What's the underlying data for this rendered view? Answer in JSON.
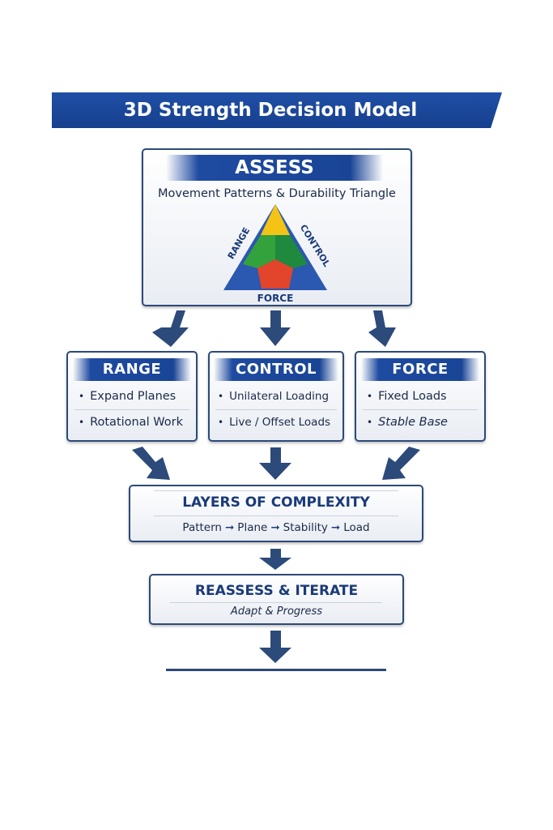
{
  "title": "3D Strength Decision Model",
  "assess": {
    "heading": "ASSESS",
    "subtitle": "Movement Patterns & Durability Triangle",
    "triangle": {
      "left_label": "RANGE",
      "right_label": "CONTROL",
      "bottom_label": "FORCE",
      "colors": {
        "top": "#f3c316",
        "left": "#34a23c",
        "right": "#1f8a3e",
        "bottom": "#e2452b",
        "frame": "#2b58b0"
      }
    }
  },
  "pillars": [
    {
      "heading": "RANGE",
      "items": [
        "Expand Planes",
        "Rotational Work"
      ]
    },
    {
      "heading": "CONTROL",
      "items": [
        "Unilateral Loading",
        "Live / Offset Loads"
      ]
    },
    {
      "heading": "FORCE",
      "items": [
        "Fixed Loads",
        "Stable Base"
      ]
    }
  ],
  "layers": {
    "heading": "LAYERS OF COMPLEXITY",
    "sequence": [
      "Pattern",
      "Plane",
      "Stability",
      "Load"
    ]
  },
  "reassess": {
    "heading": "REASSESS & ITERATE",
    "subtitle": "Adapt & Progress"
  },
  "colors": {
    "primary": "#1e4aa0",
    "dark": "#1a3a78",
    "arrow": "#2c4a7a"
  }
}
